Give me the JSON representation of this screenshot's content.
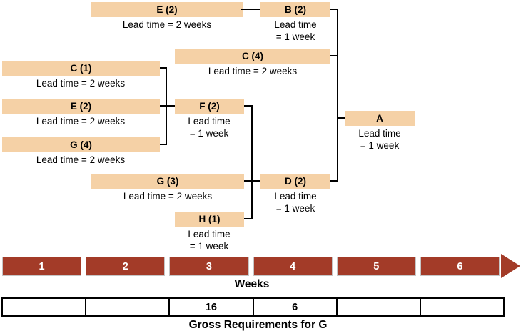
{
  "colors": {
    "bar_fill": "#F5D1A6",
    "week_fill": "#A33B28",
    "line": "#000000"
  },
  "bars": {
    "e_top": {
      "label": "E (2)",
      "lead_time": "Lead time = 2 weeks"
    },
    "b": {
      "label": "B (2)",
      "lead_time": "Lead time\n= 1 week"
    },
    "c4": {
      "label": "C (4)",
      "lead_time": "Lead time = 2 weeks"
    },
    "c1": {
      "label": "C (1)",
      "lead_time": "Lead time = 2 weeks"
    },
    "e_mid": {
      "label": "E (2)",
      "lead_time": "Lead time = 2 weeks"
    },
    "g4": {
      "label": "G (4)",
      "lead_time": "Lead time = 2 weeks"
    },
    "f": {
      "label": "F (2)",
      "lead_time": "Lead time\n= 1 week"
    },
    "g3": {
      "label": "G (3)",
      "lead_time": "Lead time = 2 weeks"
    },
    "h": {
      "label": "H (1)",
      "lead_time": "Lead time\n= 1 week"
    },
    "d": {
      "label": "D (2)",
      "lead_time": "Lead time\n= 1 week"
    },
    "a": {
      "label": "A",
      "lead_time": "Lead time\n= 1 week"
    }
  },
  "timeline": {
    "axis_label": "Weeks",
    "weeks": [
      "1",
      "2",
      "3",
      "4",
      "5",
      "6"
    ]
  },
  "gross_requirements": {
    "caption": "Gross Requirements for G",
    "cells": [
      "",
      "",
      "16",
      "6",
      "",
      ""
    ]
  }
}
